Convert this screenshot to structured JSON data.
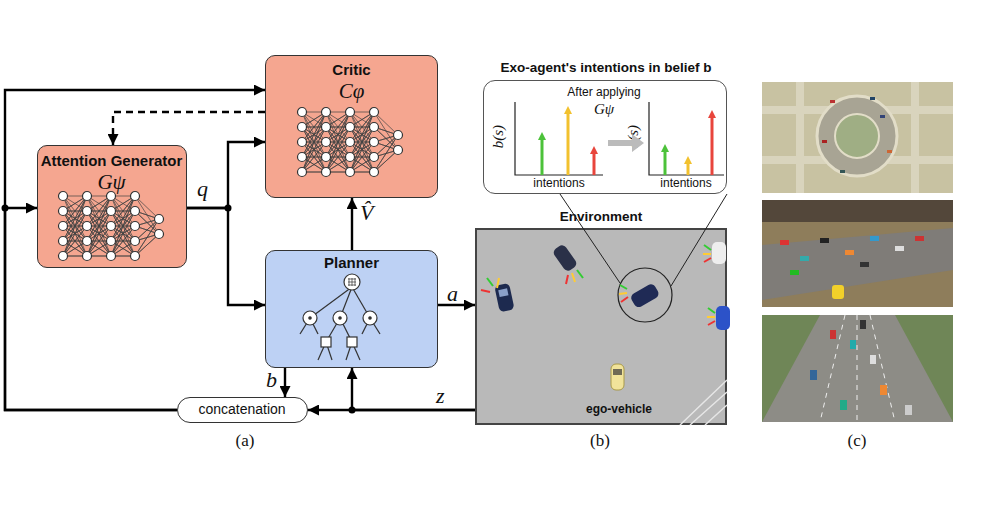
{
  "diagram": {
    "nodes": [
      {
        "text": [
          "Critic",
          "Cφ"
        ]
      },
      {
        "text": [
          "Attention Generator",
          "Gψ"
        ]
      },
      {
        "text": [
          "Planner"
        ]
      },
      {
        "text": [
          "Exo-agent's intentions in belief b",
          "After applying",
          "Gψ",
          "b(s)",
          "intentions",
          "q(s)",
          "intentions"
        ]
      },
      {
        "text": [
          "Environment",
          "ego-vehicle"
        ]
      },
      {
        "text": [
          "concatenation"
        ]
      }
    ],
    "edges": [
      {
        "from": 1,
        "to": 0,
        "arrow": "to",
        "label": "q"
      },
      {
        "from": 1,
        "to": 2,
        "arrow": "to"
      },
      {
        "from": 0,
        "to": 1,
        "arrow": "to"
      },
      {
        "from": 2,
        "to": 0,
        "arrow": "to",
        "label": "V̂"
      },
      {
        "from": 2,
        "to": 4,
        "arrow": "to",
        "label": "a"
      },
      {
        "from": 4,
        "to": 5,
        "arrow": "to",
        "label": "z"
      },
      {
        "from": 4,
        "to": 2,
        "arrow": "to"
      },
      {
        "from": 2,
        "to": 5,
        "arrow": "to",
        "label": "b"
      },
      {
        "from": 5,
        "to": 1,
        "arrow": "to"
      },
      {
        "from": 5,
        "to": 0,
        "arrow": "to"
      }
    ],
    "labels": [
      "(a)",
      "(b)",
      "(c)"
    ]
  }
}
